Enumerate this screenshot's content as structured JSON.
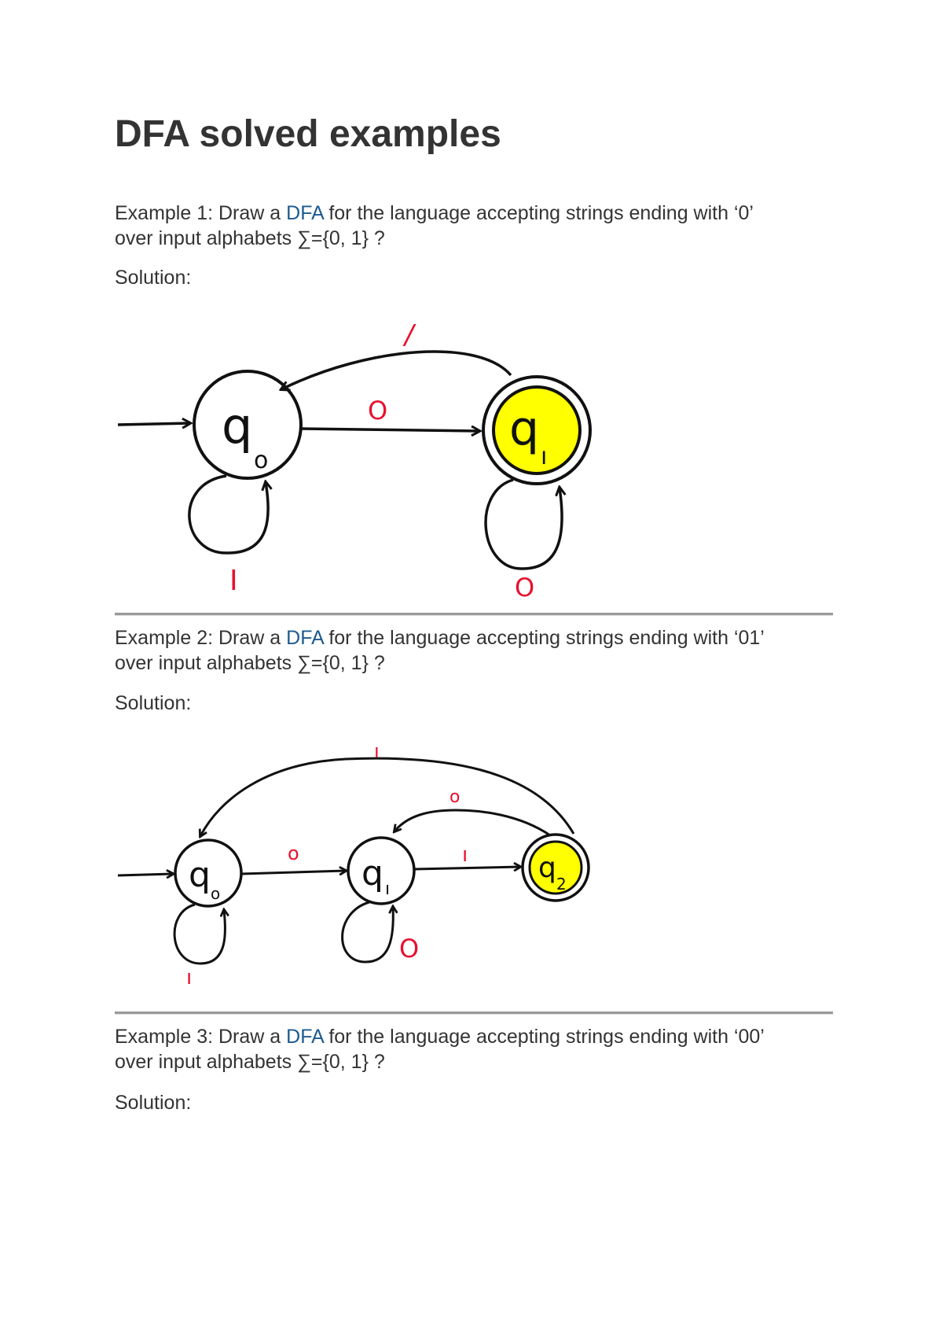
{
  "document": {
    "title": "DFA solved examples",
    "accent_link_color": "#1c5a8f",
    "examples": [
      {
        "prefix": "Example 1: Draw a ",
        "link": "DFA",
        "suffix": " for the language accepting strings ending with ‘0’",
        "line2": "over input alphabets ∑={0, 1} ?",
        "solution_label": "Solution:",
        "diagram": {
          "states": [
            {
              "id": "q0",
              "label": "q",
              "sub": "0",
              "start": true,
              "accepting": false
            },
            {
              "id": "q1",
              "label": "q",
              "sub": "1",
              "start": false,
              "accepting": true,
              "fill": "#ffff00"
            }
          ],
          "transitions": [
            {
              "from": "q0",
              "to": "q1",
              "symbol": "0"
            },
            {
              "from": "q1",
              "to": "q0",
              "symbol": "1"
            },
            {
              "from": "q0",
              "to": "q0",
              "symbol": "1"
            },
            {
              "from": "q1",
              "to": "q1",
              "symbol": "0"
            }
          ]
        }
      },
      {
        "prefix": "Example 2: Draw a ",
        "link": "DFA",
        "suffix": " for the language accepting strings ending with ‘01’",
        "line2": "over input alphabets ∑={0, 1} ?",
        "solution_label": "Solution:",
        "diagram": {
          "states": [
            {
              "id": "q0",
              "label": "q",
              "sub": "0",
              "start": true,
              "accepting": false
            },
            {
              "id": "q1",
              "label": "q",
              "sub": "1",
              "start": false,
              "accepting": false
            },
            {
              "id": "q2",
              "label": "q",
              "sub": "2",
              "start": false,
              "accepting": true,
              "fill": "#ffff00"
            }
          ],
          "transitions": [
            {
              "from": "q0",
              "to": "q1",
              "symbol": "0"
            },
            {
              "from": "q1",
              "to": "q2",
              "symbol": "1"
            },
            {
              "from": "q2",
              "to": "q1",
              "symbol": "0"
            },
            {
              "from": "q2",
              "to": "q0",
              "symbol": "1"
            },
            {
              "from": "q0",
              "to": "q0",
              "symbol": "1"
            },
            {
              "from": "q1",
              "to": "q1",
              "symbol": "0"
            }
          ]
        }
      },
      {
        "prefix": "Example 3: Draw a ",
        "link": "DFA",
        "suffix": " for the language accepting strings ending with ‘00’",
        "line2": "over input alphabets ∑={0, 1} ?",
        "solution_label": "Solution:"
      }
    ]
  }
}
